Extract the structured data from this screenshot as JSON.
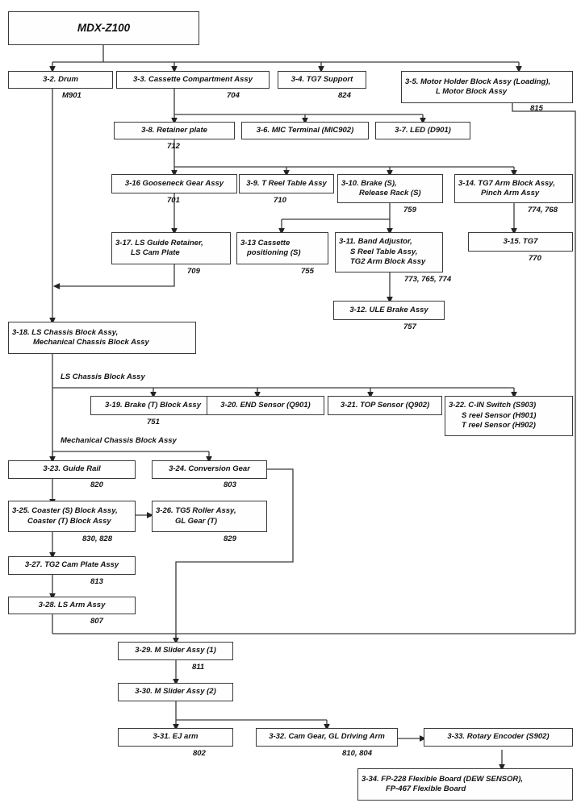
{
  "diagram": {
    "title": "MDX-Z100",
    "type": "exploded-view-block-diagram",
    "root": {
      "label": "MDX-Z100"
    },
    "edge_labels": [
      {
        "id": "ls-chassis-branch",
        "text": "LS Chassis Block Assy"
      },
      {
        "id": "mech-chassis-branch",
        "text": "Mechanical Chassis Block Assy"
      }
    ],
    "nodes": [
      {
        "id": "n3-2",
        "lines": [
          "3-2.  Drum"
        ],
        "part": "M901"
      },
      {
        "id": "n3-3",
        "lines": [
          "3-3.  Cassette Compartment Assy"
        ],
        "part": "704"
      },
      {
        "id": "n3-4",
        "lines": [
          "3-4.  TG7 Support"
        ],
        "part": "824"
      },
      {
        "id": "n3-5",
        "lines": [
          "3-5. Motor Holder Block Assy (Loading),",
          "L Motor Block Assy"
        ],
        "part": "815"
      },
      {
        "id": "n3-8",
        "lines": [
          "3-8. Retainer plate"
        ],
        "part": "712"
      },
      {
        "id": "n3-6",
        "lines": [
          "3-6. MIC Terminal (MIC902)"
        ],
        "part": ""
      },
      {
        "id": "n3-7",
        "lines": [
          "3-7. LED (D901)"
        ],
        "part": ""
      },
      {
        "id": "n3-16",
        "lines": [
          "3-16 Gooseneck Gear Assy"
        ],
        "part": "701"
      },
      {
        "id": "n3-9",
        "lines": [
          "3-9. T Reel Table Assy"
        ],
        "part": "710"
      },
      {
        "id": "n3-10",
        "lines": [
          "3-10. Brake (S),",
          "Release Rack (S)"
        ],
        "part": "759"
      },
      {
        "id": "n3-14",
        "lines": [
          "3-14. TG7 Arm Block Assy,",
          "Pinch Arm Assy"
        ],
        "part": "774, 768"
      },
      {
        "id": "n3-17",
        "lines": [
          "3-17. LS Guide Retainer,",
          "LS Cam Plate"
        ],
        "part": "709"
      },
      {
        "id": "n3-13",
        "lines": [
          "3-13 Cassette",
          "positioning (S)"
        ],
        "part": "755"
      },
      {
        "id": "n3-11",
        "lines": [
          "3-11. Band Adjustor,",
          "S Reel Table Assy,",
          "TG2 Arm Block Assy"
        ],
        "part": "773, 765, 774"
      },
      {
        "id": "n3-15",
        "lines": [
          "3-15. TG7"
        ],
        "part": "770"
      },
      {
        "id": "n3-12",
        "lines": [
          "3-12. ULE Brake Assy"
        ],
        "part": "757"
      },
      {
        "id": "n3-18",
        "lines": [
          "3-18. LS Chassis Block Assy,",
          "Mechanical Chassis Block Assy"
        ],
        "part": ""
      },
      {
        "id": "n3-19",
        "lines": [
          "3-19. Brake (T) Block Assy"
        ],
        "part": "751"
      },
      {
        "id": "n3-20",
        "lines": [
          "3-20. END Sensor (Q901)"
        ],
        "part": ""
      },
      {
        "id": "n3-21",
        "lines": [
          "3-21. TOP Sensor (Q902)"
        ],
        "part": ""
      },
      {
        "id": "n3-22",
        "lines": [
          "3-22. C-IN Switch (S903)",
          "S reel Sensor (H901)",
          "T reel Sensor (H902)"
        ],
        "part": ""
      },
      {
        "id": "n3-23",
        "lines": [
          "3-23. Guide Rail"
        ],
        "part": "820"
      },
      {
        "id": "n3-24",
        "lines": [
          "3-24. Conversion Gear"
        ],
        "part": "803"
      },
      {
        "id": "n3-25",
        "lines": [
          "3-25. Coaster (S) Block Assy,",
          "Coaster (T) Block Assy"
        ],
        "part": "830, 828"
      },
      {
        "id": "n3-26",
        "lines": [
          "3-26. TG5 Roller Assy,",
          "GL Gear (T)"
        ],
        "part": "829"
      },
      {
        "id": "n3-27",
        "lines": [
          "3-27. TG2 Cam Plate Assy"
        ],
        "part": "813"
      },
      {
        "id": "n3-28",
        "lines": [
          "3-28. LS Arm Assy"
        ],
        "part": "807"
      },
      {
        "id": "n3-29",
        "lines": [
          "3-29. M Slider Assy (1)"
        ],
        "part": "811"
      },
      {
        "id": "n3-30",
        "lines": [
          "3-30. M Slider Assy (2)"
        ],
        "part": ""
      },
      {
        "id": "n3-31",
        "lines": [
          "3-31. EJ arm"
        ],
        "part": "802"
      },
      {
        "id": "n3-32",
        "lines": [
          "3-32. Cam Gear, GL Driving Arm"
        ],
        "part": "810, 804"
      },
      {
        "id": "n3-33",
        "lines": [
          "3-33. Rotary Encoder (S902)"
        ],
        "part": ""
      },
      {
        "id": "n3-34",
        "lines": [
          "3-34. FP-228 Flexible Board (DEW SENSOR),",
          "FP-467 Flexible Board"
        ],
        "part": ""
      }
    ],
    "colors": {
      "line": "#3a3a3a",
      "text": "#111111",
      "background": "#ffffff"
    }
  }
}
